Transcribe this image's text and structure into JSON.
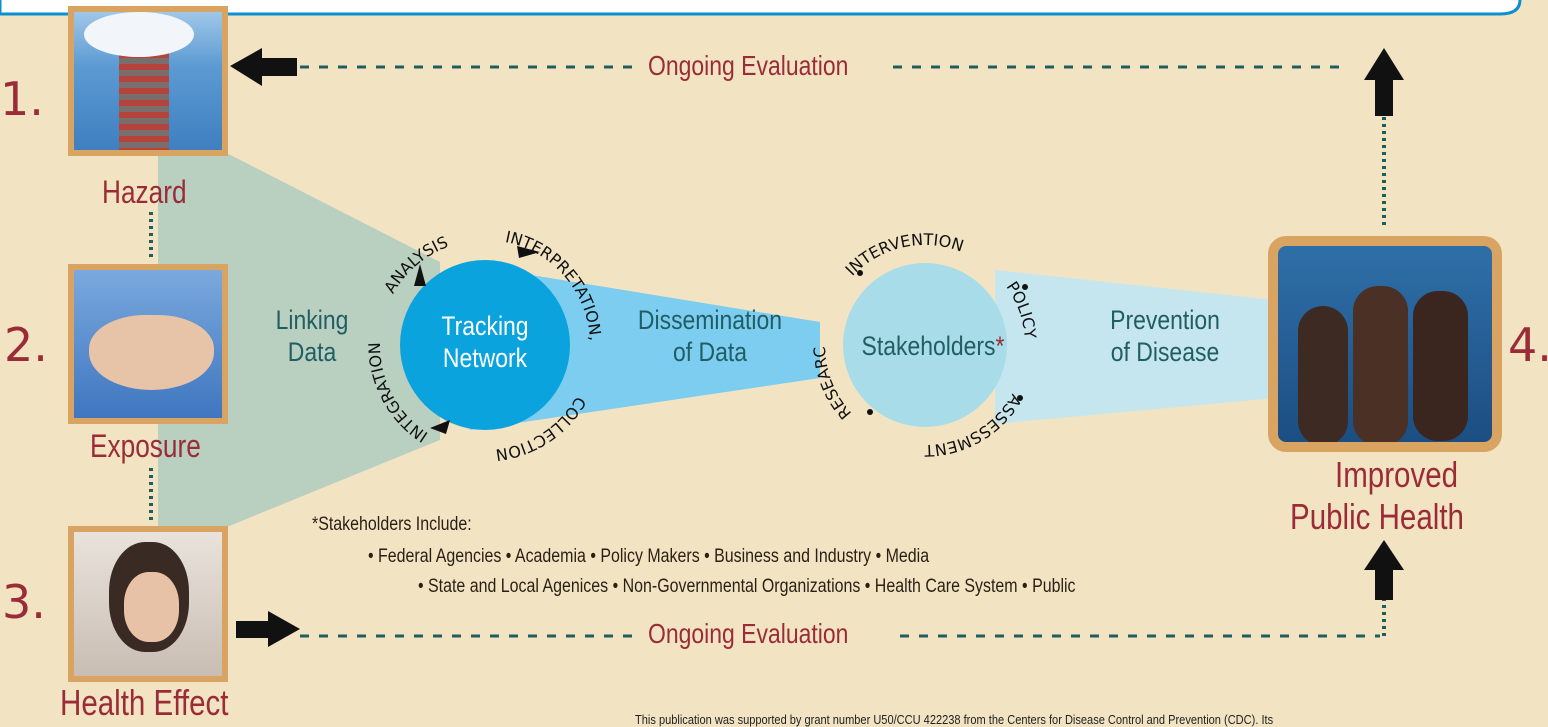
{
  "steps": {
    "hazard": {
      "number": "1.",
      "label": "Hazard"
    },
    "exposure": {
      "number": "2.",
      "label": "Exposure"
    },
    "effect": {
      "number": "3.",
      "label": "Health Effect"
    },
    "improved": {
      "number": "4.",
      "label_line1": "Improved",
      "label_line2": "Public Health"
    }
  },
  "evaluation": {
    "top": "Ongoing Evaluation",
    "bottom": "Ongoing Evaluation"
  },
  "flow": {
    "linking_line1": "Linking",
    "linking_line2": "Data",
    "tracking_line1": "Tracking",
    "tracking_line2": "Network",
    "dissemination_line1": "Dissemination",
    "dissemination_line2": "of Data",
    "stakeholders": "Stakeholders",
    "stakeholders_mark": "*",
    "prevention_line1": "Prevention",
    "prevention_line2": "of Disease"
  },
  "tracking_ring": [
    "ANALYSIS",
    "INTERPRETATION,",
    "COLLECTION",
    "INTEGRATION"
  ],
  "stakeholder_ring": [
    "INTERVENTION",
    "POLICY",
    "ASSESSMENT",
    "RESEARCH"
  ],
  "stakeholders_note": {
    "title": "*Stakeholders Include:",
    "line1": "• Federal Agencies  •  Academia   •  Policy Makers  •  Business and Industry  •  Media",
    "line2": "• State and Local Agenices  •  Non-Governmental Organizations  •  Health Care System  •  Public"
  },
  "footer": "This publication was supported by grant number U50/CCU 422238 from the Centers for Disease Control and Prevention (CDC). Its",
  "colors": {
    "accent_red": "#9b2c37",
    "teal_text": "#215e64",
    "tracking_blue": "#0aa3dd",
    "background": "#f2e4c3"
  }
}
